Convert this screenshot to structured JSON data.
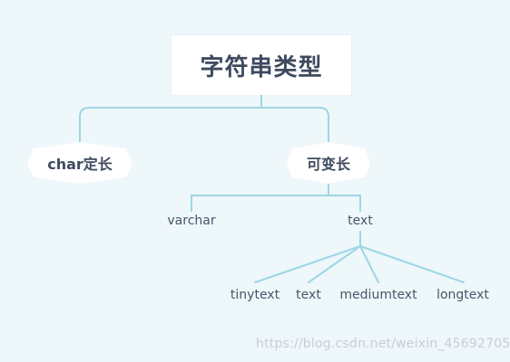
{
  "root": {
    "label": "字符串类型"
  },
  "branches": [
    {
      "label": "char定长"
    },
    {
      "label": "可变长"
    }
  ],
  "variable_children": [
    {
      "label": "varchar"
    },
    {
      "label": "text"
    }
  ],
  "text_children": [
    {
      "label": "tinytext"
    },
    {
      "label": "text"
    },
    {
      "label": "mediumtext"
    },
    {
      "label": "longtext"
    }
  ],
  "watermark": "https://blog.csdn.net/weixin_45692705",
  "colors": {
    "background": "#eef7fa",
    "line": "#9dd6e6",
    "node_fill": "#ffffff",
    "text": "#3f4a5f"
  }
}
